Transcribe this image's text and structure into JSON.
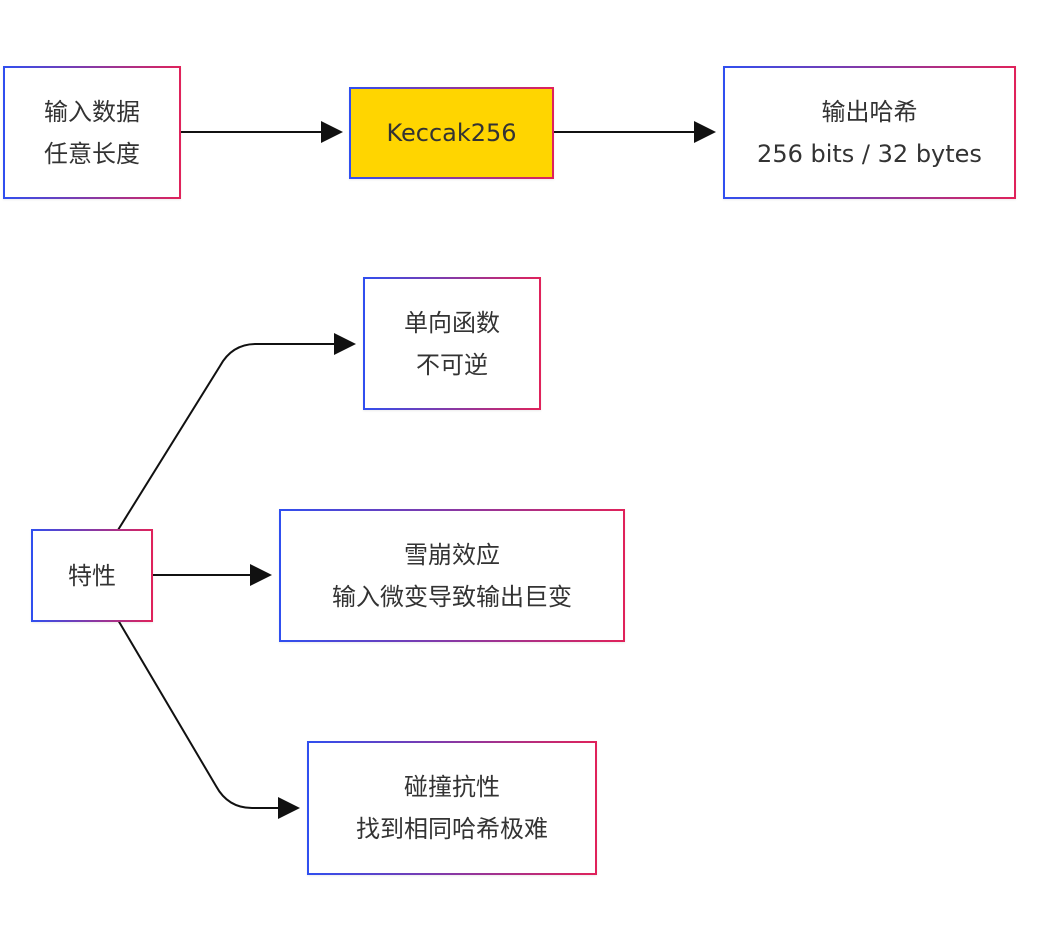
{
  "flow": {
    "input": {
      "line1": "输入数据",
      "line2": "任意长度"
    },
    "hash_function": {
      "label": "Keccak256",
      "highlight_color": "#ffd500"
    },
    "output": {
      "line1": "输出哈希",
      "line2": "256 bits / 32 bytes"
    }
  },
  "properties": {
    "root": {
      "label": "特性"
    },
    "one_way": {
      "line1": "单向函数",
      "line2": "不可逆"
    },
    "avalanche": {
      "line1": "雪崩效应",
      "line2": "输入微变导致输出巨变"
    },
    "collision": {
      "line1": "碰撞抗性",
      "line2": "找到相同哈希极难"
    }
  },
  "colors": {
    "border_start": "#2f4ff0",
    "border_end": "#e0225a",
    "edge": "#111111",
    "text": "#333333"
  }
}
